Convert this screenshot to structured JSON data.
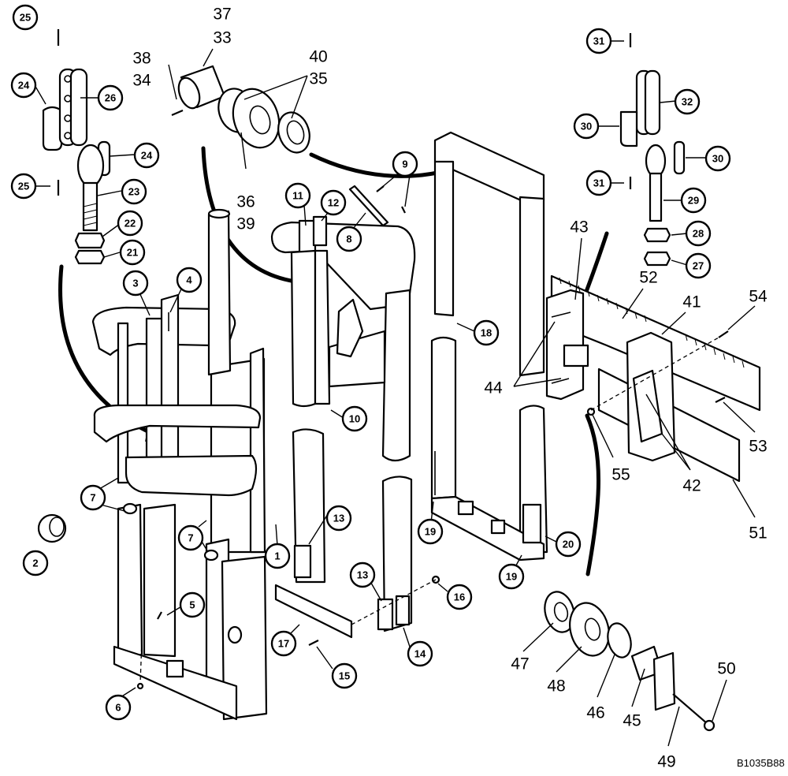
{
  "drawing_id": "B1035B88",
  "bubble_callouts": [
    "25",
    "24",
    "26",
    "24",
    "25",
    "23",
    "22",
    "21",
    "3",
    "4",
    "2",
    "7",
    "7",
    "1",
    "5",
    "6",
    "11",
    "12",
    "8",
    "9",
    "10",
    "13",
    "13",
    "17",
    "14",
    "15",
    "16",
    "18",
    "19",
    "19",
    "20",
    "31",
    "32",
    "30",
    "30",
    "31",
    "29",
    "28",
    "27"
  ],
  "plain_callouts": [
    "37",
    "33",
    "38",
    "34",
    "40",
    "35",
    "36",
    "39",
    "43",
    "52",
    "41",
    "54",
    "44",
    "53",
    "55",
    "42",
    "51",
    "47",
    "48",
    "46",
    "45",
    "50",
    "49"
  ]
}
